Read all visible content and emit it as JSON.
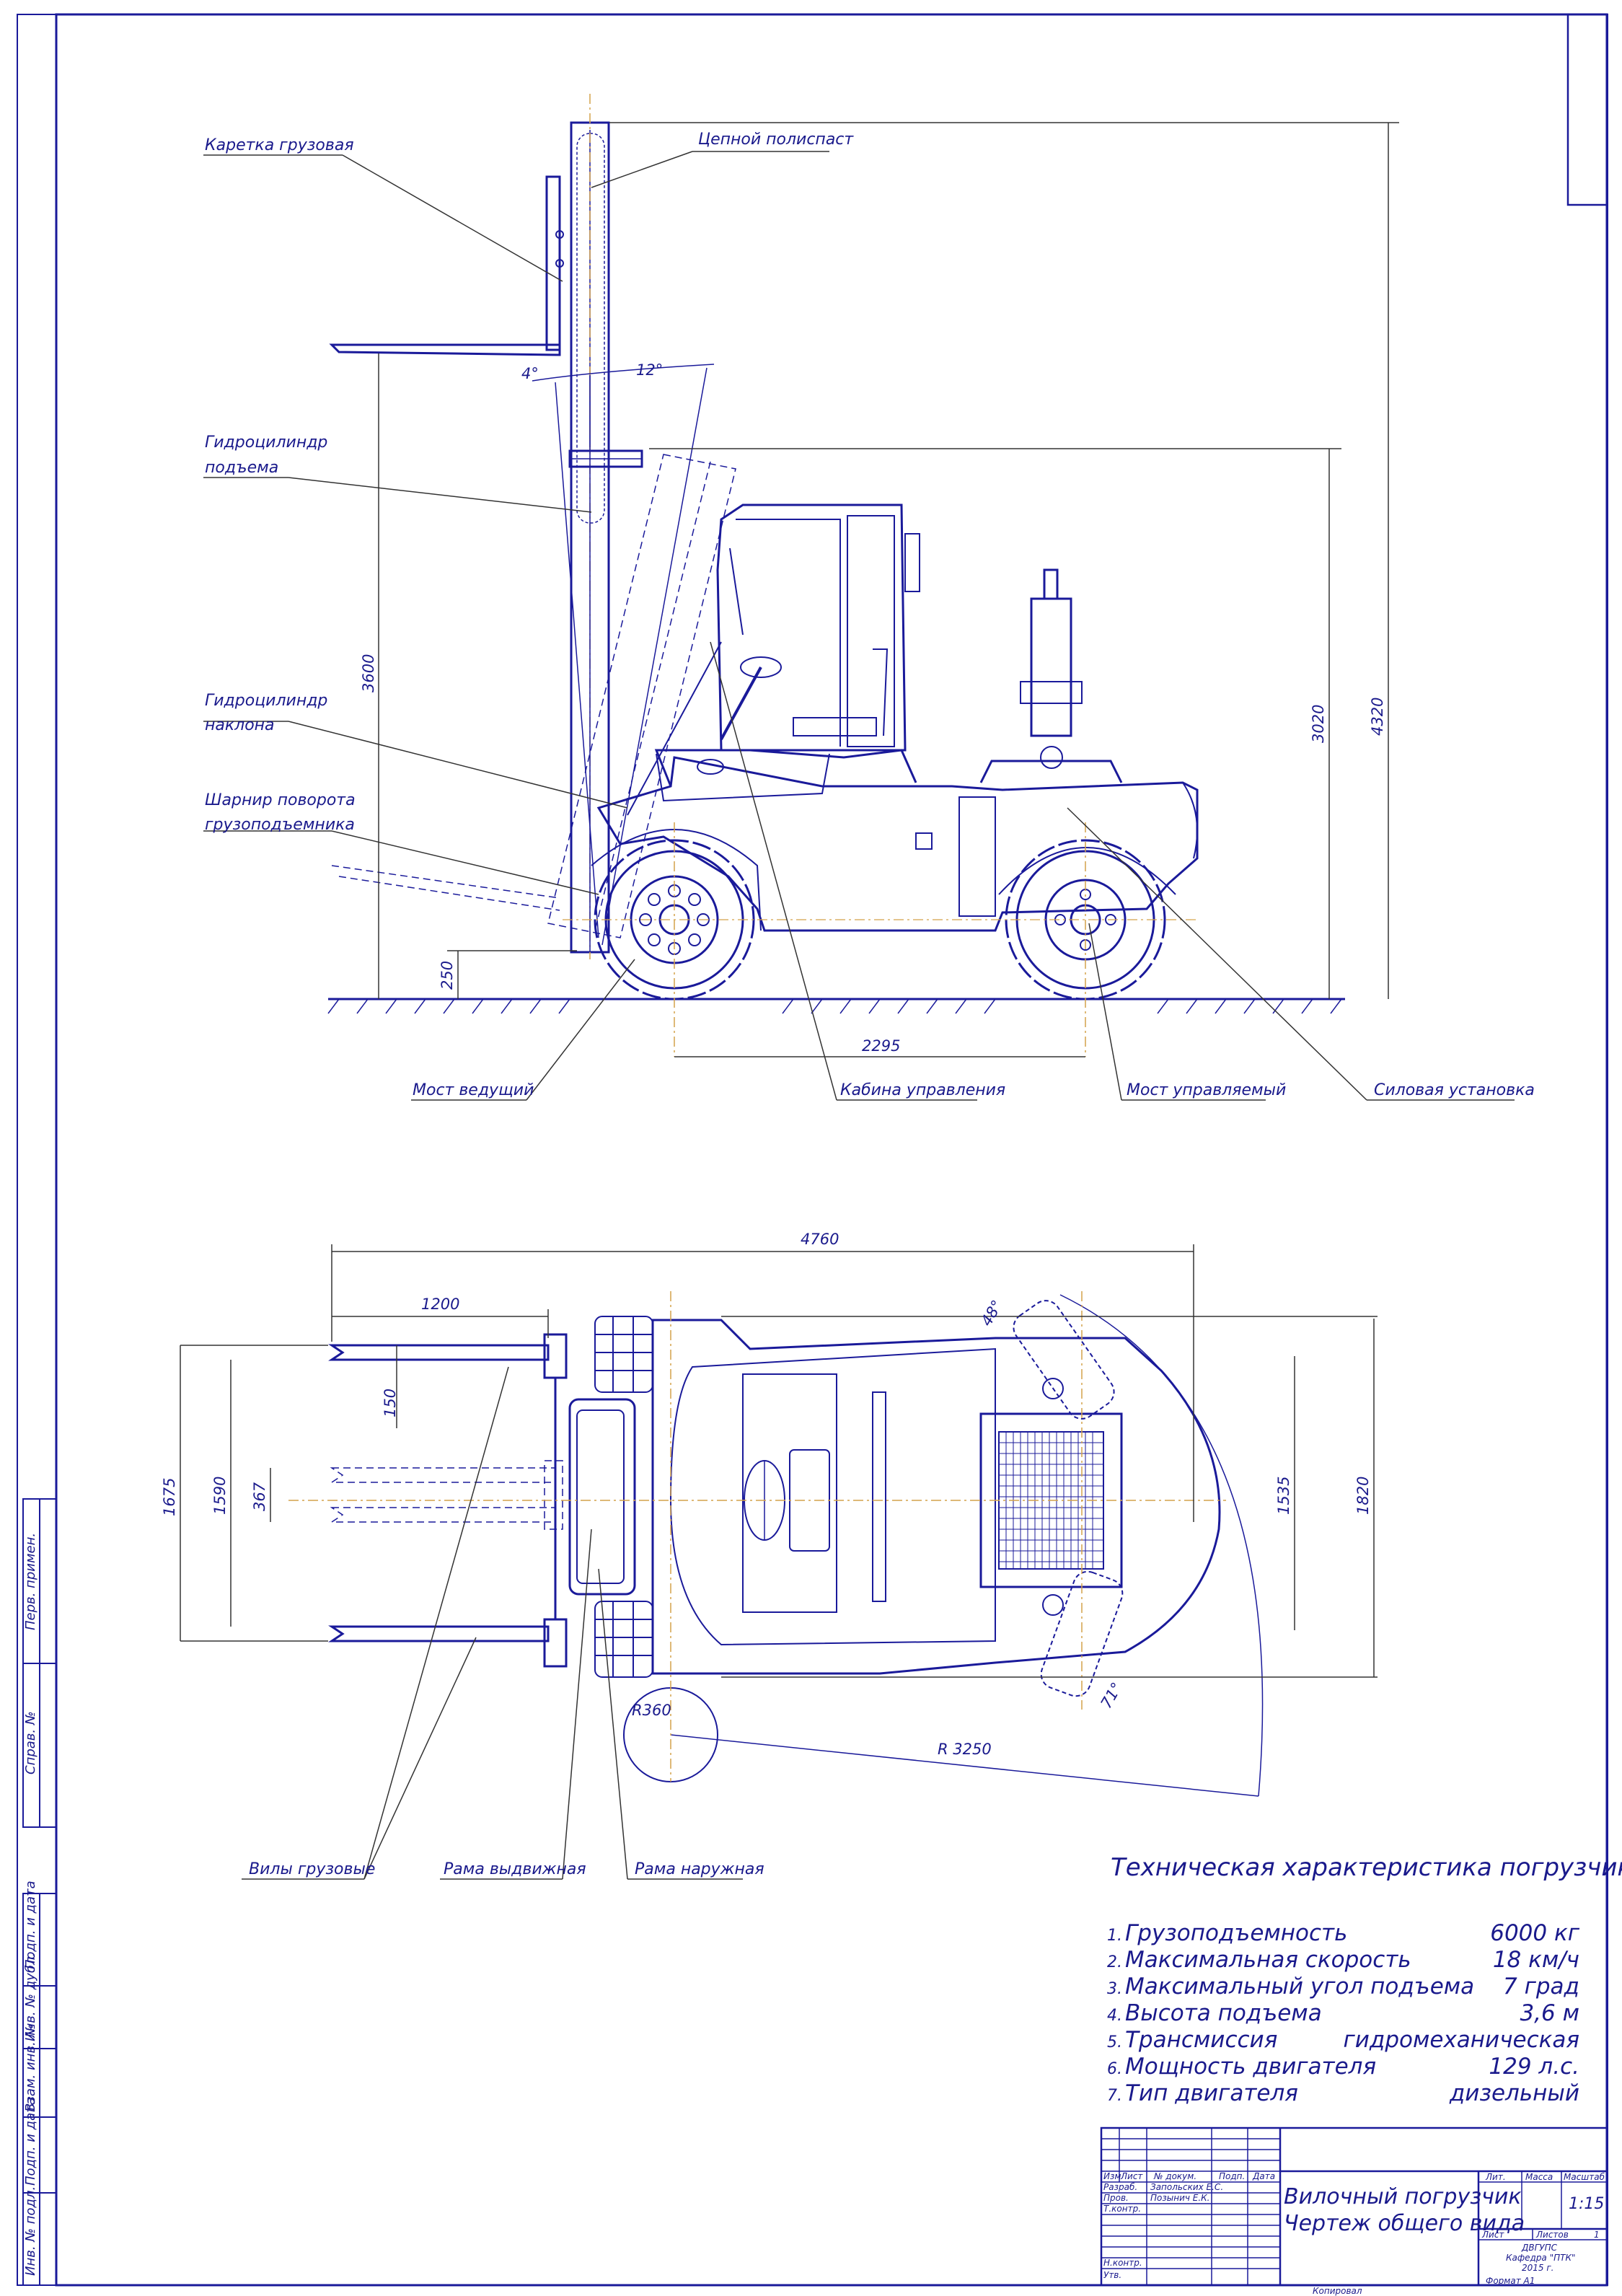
{
  "colors": {
    "line": "#1a1a9a",
    "thin": "#333333",
    "axis": "#d4a24a",
    "bg": "#ffffff"
  },
  "side_view": {
    "labels": {
      "carriage": "Каретка грузовая",
      "chain": "Цепной полиспаст",
      "lift_cyl_1": "Гидроцилиндр",
      "lift_cyl_2": "подъема",
      "tilt_cyl_1": "Гидроцилиндр",
      "tilt_cyl_2": "наклона",
      "hinge_1": "Шарнир поворота",
      "hinge_2": "грузоподъемника",
      "drive_axle": "Мост ведущий",
      "cab": "Кабина управления",
      "steer_axle": "Мост управляемый",
      "power_unit": "Силовая установка"
    },
    "dims": {
      "angle_back": "4°",
      "angle_fwd": "12°",
      "lift_height": "3600",
      "fork_clear": "250",
      "cab_height": "3020",
      "total_height": "4320",
      "wheelbase": "2295"
    }
  },
  "top_view": {
    "labels": {
      "forks": "Вилы грузовые",
      "inner_frame": "Рама выдвижная",
      "outer_frame": "Рама наружная"
    },
    "dims": {
      "length": "4760",
      "fork_len": "1200",
      "fork_w": "150",
      "spread_max": "1675",
      "spread": "1590",
      "spread_min": "367",
      "track": "1535",
      "width": "1820",
      "inner_r": "R360",
      "outer_r": "R 3250",
      "steer_a": "48°",
      "steer_b": "71°"
    }
  },
  "specs": {
    "title": "Техническая характеристика погрузчика",
    "items": [
      {
        "n": "1.",
        "name": "Грузоподъемность",
        "value": "6000 кг"
      },
      {
        "n": "2.",
        "name": "Максимальная скорость",
        "value": "18 км/ч"
      },
      {
        "n": "3.",
        "name": "Максимальный угол подъема",
        "value": "7 град"
      },
      {
        "n": "4.",
        "name": "Высота подъема",
        "value": "3,6 м"
      },
      {
        "n": "5.",
        "name": "Трансмиссия",
        "value": "гидромеханическая"
      },
      {
        "n": "6.",
        "name": "Мощность двигателя",
        "value": "129 л.с."
      },
      {
        "n": "7.",
        "name": "Тип двигателя",
        "value": "дизельный"
      }
    ]
  },
  "stamp": {
    "title_1": "Вилочный погрузчик",
    "title_2": "Чертеж общего вида",
    "col_izm": "Изм",
    "col_list": "Лист",
    "col_doc": "№ докум.",
    "col_sign": "Подп.",
    "col_date": "Дата",
    "razrab": "Разраб.",
    "razrab_name": "Запольских Е.С.",
    "prov": "Пров.",
    "prov_name": "Позынич Е.К.",
    "tkontr": "Т.контр.",
    "nkontr": "Н.контр.",
    "utv": "Утв.",
    "lit": "Лит.",
    "massa": "Масса",
    "masshtab": "Масштаб",
    "scale": "1:15",
    "sheet": "Лист",
    "sheets": "Листов",
    "sheets_n": "1",
    "org_1": "ДВГУПС",
    "org_2": "Кафедра \"ПТК\"",
    "org_3": "2015 г.",
    "copied": "Копировал",
    "format": "Формат А1"
  },
  "margin_cols": [
    "Перв. примен.",
    "Справ. №",
    "Подп. и дата",
    "Инв. № дубл.",
    "Взам. инв. №",
    "Подп. и дата",
    "Инв. № подл."
  ]
}
